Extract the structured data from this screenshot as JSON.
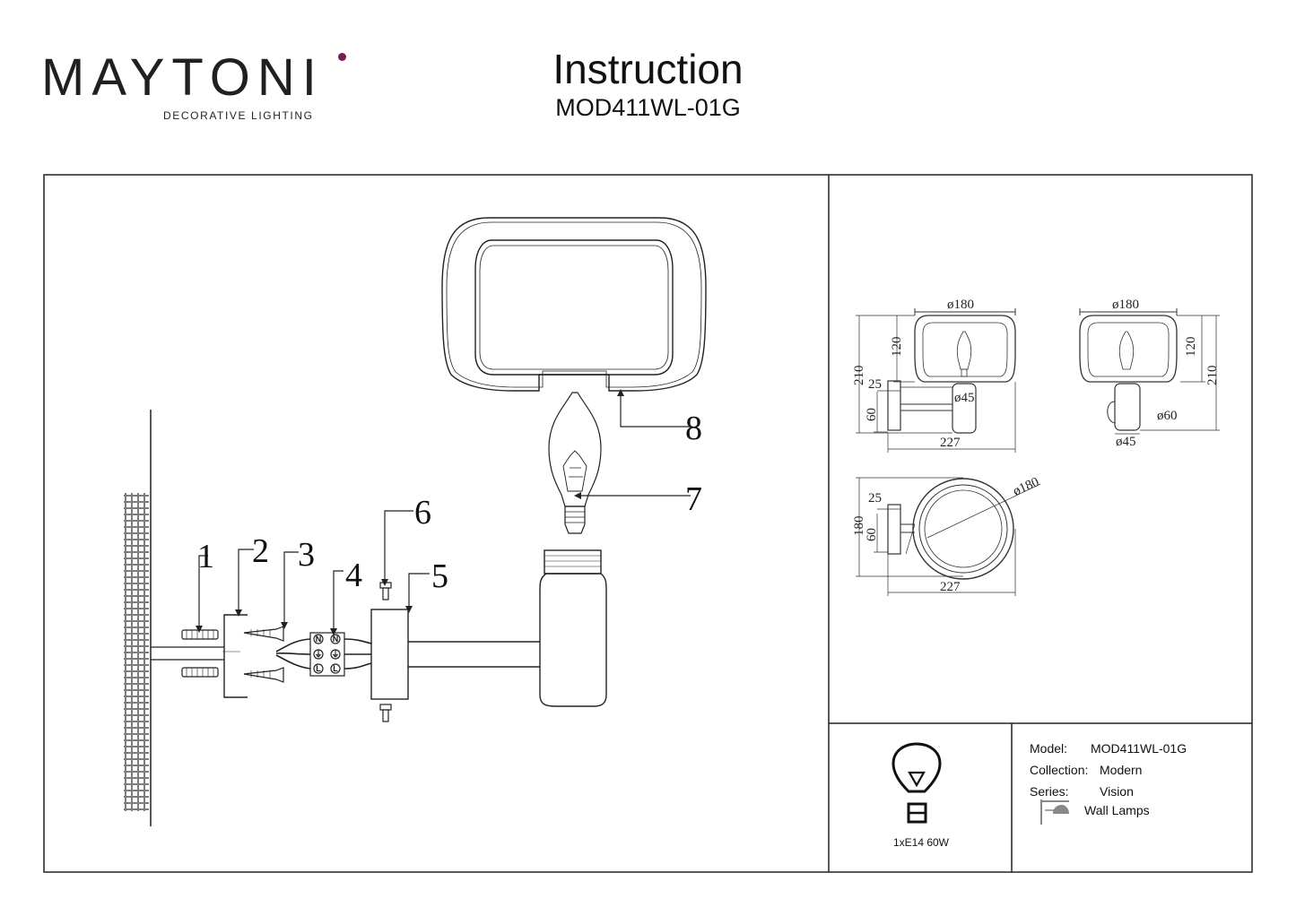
{
  "brand": {
    "name": "MAYTONI",
    "tagline": "DECORATIVE LIGHTING",
    "accent_color": "#7a1a4e"
  },
  "header": {
    "title": "Instruction",
    "model": "MOD411WL-01G"
  },
  "parts": {
    "callouts": [
      "1",
      "2",
      "3",
      "4",
      "5",
      "6",
      "7",
      "8"
    ],
    "terminal_labels": [
      "N",
      "⏚",
      "L"
    ]
  },
  "dimensions": {
    "front": {
      "width": "ø180",
      "height": "210",
      "shade_height": "120",
      "base_depth": "25",
      "base_height": "60",
      "depth": "227",
      "socket": "ø45"
    },
    "side": {
      "width": "ø180",
      "height": "210",
      "shade_height": "120",
      "base": "ø60",
      "socket": "ø45"
    },
    "top": {
      "diameter": "ø180",
      "height": "180",
      "base_depth": "25",
      "base_height": "60",
      "depth": "227"
    }
  },
  "specs": {
    "model_label": "Model:",
    "model_value": "MOD411WL-01G",
    "collection_label": "Collection:",
    "collection_value": "Modern",
    "series_label": "Series:",
    "series_value": "Vision",
    "type_value": "Wall Lamps",
    "power": "1xE14 60W"
  },
  "icons": [
    "bulb-icon",
    "wall-lamp-icon"
  ]
}
